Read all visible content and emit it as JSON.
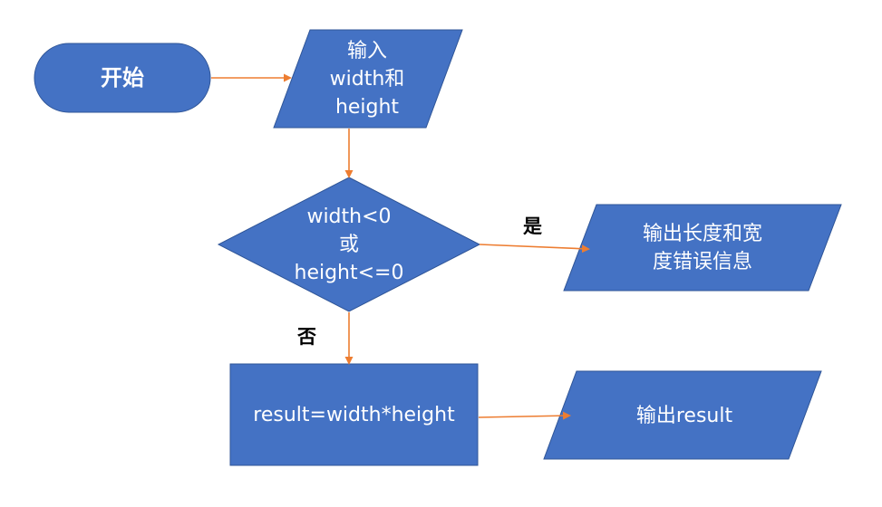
{
  "colors": {
    "node_fill": "#4472c4",
    "node_stroke": "#2f5597",
    "arrow": "#ed7d31",
    "text": "#ffffff",
    "label": "#000000"
  },
  "nodes": {
    "start": {
      "shape": "terminator",
      "text": "开始"
    },
    "input": {
      "shape": "parallelogram",
      "lines": [
        "输入",
        "width和",
        "height"
      ]
    },
    "decision": {
      "shape": "diamond",
      "lines": [
        "width<0",
        "或",
        "height<=0"
      ]
    },
    "error_output": {
      "shape": "parallelogram",
      "lines": [
        "输出长度和宽",
        "度错误信息"
      ]
    },
    "process": {
      "shape": "rectangle",
      "text": "result=width*height"
    },
    "result_output": {
      "shape": "parallelogram",
      "text": "输出result"
    }
  },
  "edges": {
    "start_to_input": {
      "from": "start",
      "to": "input"
    },
    "input_to_decision": {
      "from": "input",
      "to": "decision"
    },
    "decision_to_error": {
      "from": "decision",
      "to": "error_output",
      "label": "是"
    },
    "decision_to_process": {
      "from": "decision",
      "to": "process",
      "label": "否"
    },
    "process_to_result": {
      "from": "process",
      "to": "result_output"
    }
  }
}
